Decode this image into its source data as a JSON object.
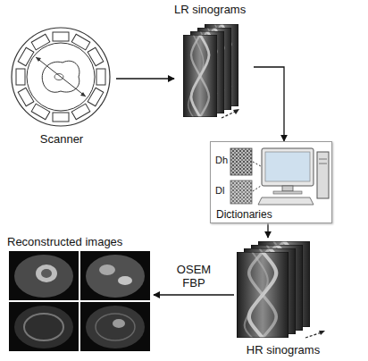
{
  "diagram": {
    "nodes": [
      {
        "text": [
          "Scanner"
        ]
      },
      {
        "text": [
          "LR sinograms"
        ]
      },
      {
        "text": [
          "Dh",
          "Dl",
          "Dictionaries"
        ]
      },
      {
        "text": [
          "HR sinograms"
        ]
      },
      {
        "text": [
          "Reconstructed images"
        ]
      }
    ],
    "edges": [
      {
        "from": 0,
        "to": 1,
        "arrow": "to"
      },
      {
        "from": 1,
        "to": 2,
        "arrow": "to"
      },
      {
        "from": 2,
        "to": 3,
        "arrow": "to"
      },
      {
        "from": 3,
        "to": 4,
        "label": "OSEM FBP",
        "arrow": "to"
      }
    ]
  }
}
